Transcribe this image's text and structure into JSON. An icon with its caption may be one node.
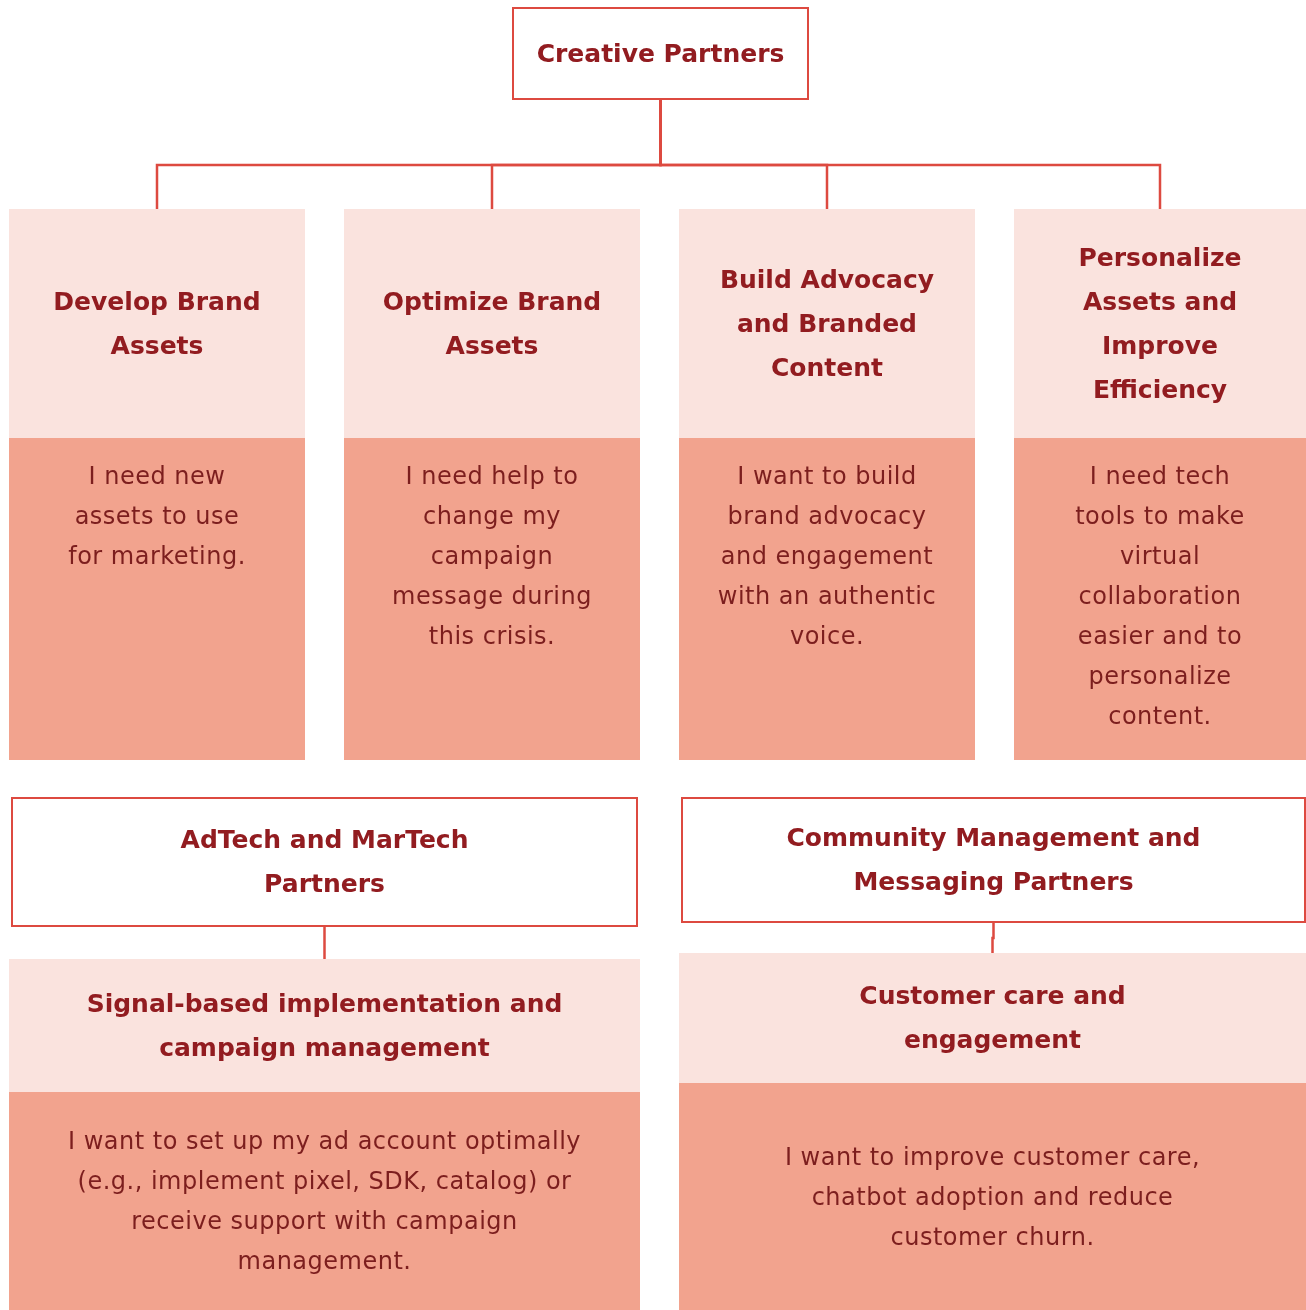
{
  "diagram": {
    "nodes": [
      {
        "text": [
          "Creative Partners"
        ]
      },
      {
        "text": [
          "Develop Brand Assets",
          "I need new assets to use for marketing."
        ]
      },
      {
        "text": [
          "Optimize Brand Assets",
          "I need help to change my campaign message during this crisis."
        ]
      },
      {
        "text": [
          "Build Advocacy and Branded Content",
          "I want to build brand advocacy and engagement with an authentic voice."
        ]
      },
      {
        "text": [
          "Personalize Assets and Improve Efficiency",
          "I need tech tools to make virtual collaboration easier and to personalize content."
        ]
      },
      {
        "text": [
          "AdTech and MarTech Partners"
        ]
      },
      {
        "text": [
          "Signal-based implementation and campaign management",
          "I want to set up my ad account optimally (e.g., implement pixel, SDK, catalog) or receive support with campaign management."
        ]
      },
      {
        "text": [
          "Community Management and Messaging Partners"
        ]
      },
      {
        "text": [
          "Customer care and engagement",
          "I want to improve customer care, chatbot adoption and reduce customer churn."
        ]
      }
    ],
    "edges": [
      {
        "from": 0,
        "to": 1,
        "arrow": "none"
      },
      {
        "from": 0,
        "to": 2,
        "arrow": "none"
      },
      {
        "from": 0,
        "to": 3,
        "arrow": "none"
      },
      {
        "from": 0,
        "to": 4,
        "arrow": "none"
      },
      {
        "from": 5,
        "to": 6,
        "arrow": "none"
      },
      {
        "from": 7,
        "to": 8,
        "arrow": "none"
      }
    ]
  }
}
